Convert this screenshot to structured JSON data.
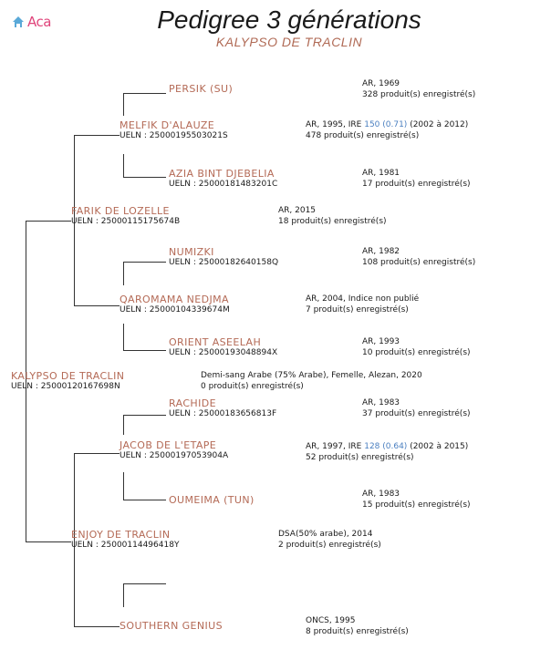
{
  "header": {
    "logo_text": "Aca",
    "title": "Pedigree 3 générations",
    "subject": "KALYPSO DE TRACLIN"
  },
  "horses": {
    "root": {
      "name": "KALYPSO DE TRACLIN",
      "ueln": "UELN : 25000120167698N",
      "info1": "Demi-sang Arabe (75% Arabe), Femelle, Alezan, 2020",
      "info2": "0 produit(s) enregistré(s)"
    },
    "sire": {
      "name": "FARIK DE LOZELLE",
      "ueln": "UELN : 25000115175674B",
      "info1": "AR, 2015",
      "info2": "18 produit(s) enregistré(s)"
    },
    "dam": {
      "name": "ENJOY DE TRACLIN",
      "ueln": "UELN : 25000114496418Y",
      "info1": "DSA(50% arabe), 2014",
      "info2": "2 produit(s) enregistré(s)"
    },
    "ss": {
      "name": "MELFIK D'ALAUZE",
      "ueln": "UELN : 25000195503021S",
      "info1_pre": "AR, 1995, IRE ",
      "info1_ire": "150 (0.71)",
      "info1_post": " (2002 à 2012)",
      "info2": "478 produit(s) enregistré(s)"
    },
    "sd": {
      "name": "QAROMAMA NEDJMA",
      "ueln": "UELN : 25000104339674M",
      "info1": "AR, 2004, Indice non publié",
      "info2": "7 produit(s) enregistré(s)"
    },
    "ds": {
      "name": "JACOB DE L'ETAPE",
      "ueln": "UELN : 25000197053904A",
      "info1_pre": "AR, 1997, IRE ",
      "info1_ire": "128 (0.64)",
      "info1_post": " (2002 à 2015)",
      "info2": "52 produit(s) enregistré(s)"
    },
    "dd": {
      "name": "SOUTHERN GENIUS",
      "ueln": "",
      "info1": "ONCS, 1995",
      "info2": "8 produit(s) enregistré(s)"
    },
    "sss": {
      "name": "PERSIK (SU)",
      "ueln": "",
      "info1": "AR, 1969",
      "info2": "328 produit(s) enregistré(s)"
    },
    "ssd": {
      "name": "AZIA BINT DJEBELIA",
      "ueln": "UELN : 25000181483201C",
      "info1": "AR, 1981",
      "info2": "17 produit(s) enregistré(s)"
    },
    "sds": {
      "name": "NUMIZKI",
      "ueln": "UELN : 25000182640158Q",
      "info1": "AR, 1982",
      "info2": "108 produit(s) enregistré(s)"
    },
    "sdd": {
      "name": "ORIENT ASEELAH",
      "ueln": "UELN : 25000193048894X",
      "info1": "AR, 1993",
      "info2": "10 produit(s) enregistré(s)"
    },
    "dss": {
      "name": "RACHIDE",
      "ueln": "UELN : 25000183656813F",
      "info1": "AR, 1983",
      "info2": "37 produit(s) enregistré(s)"
    },
    "dsd": {
      "name": "OUMEIMA (TUN)",
      "ueln": "",
      "info1": "AR, 1983",
      "info2": "15 produit(s) enregistré(s)"
    }
  },
  "colors": {
    "name": "#b46a56",
    "ire": "#4a7fc0",
    "logo": "#e0457b",
    "line": "#333333"
  }
}
